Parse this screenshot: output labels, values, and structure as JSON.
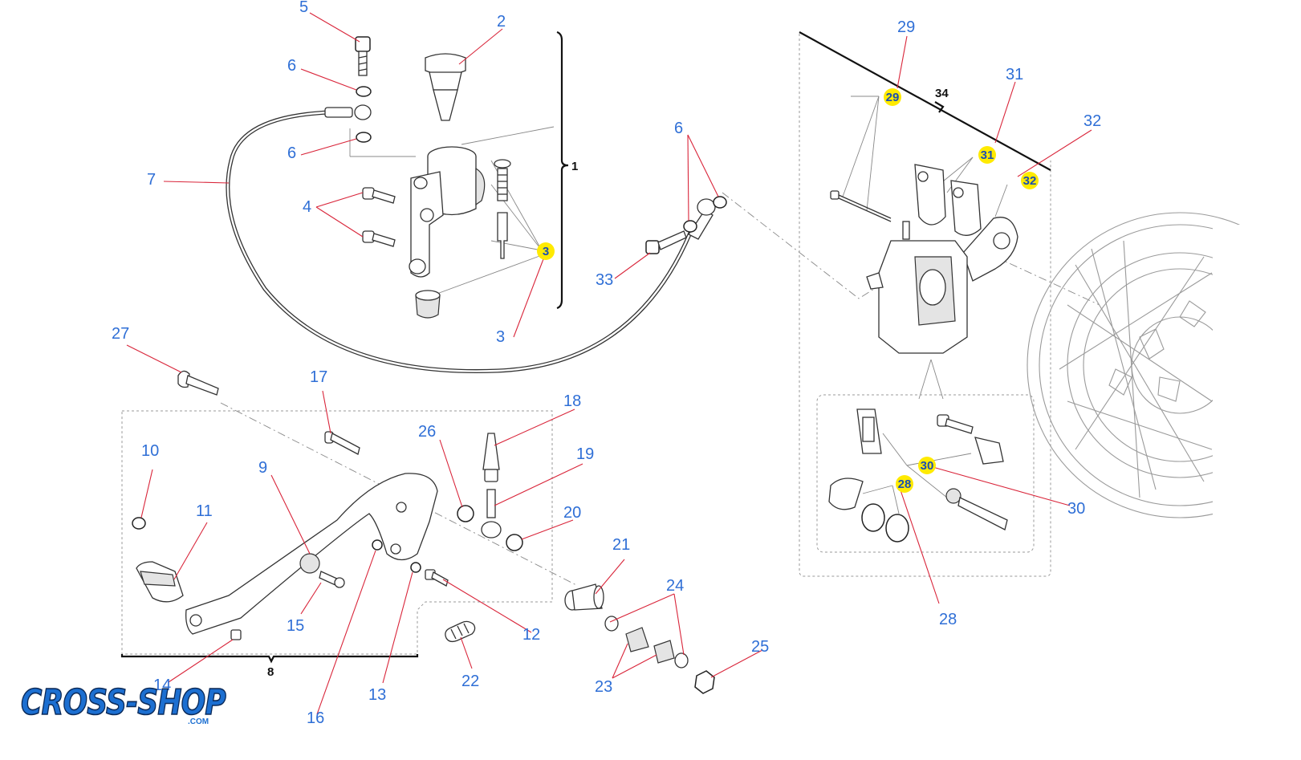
{
  "callouts": {
    "n5": "5",
    "n2": "2",
    "n6a": "6",
    "n6b": "6",
    "n6c": "6",
    "n7": "7",
    "n4": "4",
    "n3a": "3",
    "n3b": "3",
    "n1": "1",
    "n33": "33",
    "n29": "29",
    "n34": "34",
    "n31": "31",
    "n32": "32",
    "n27": "27",
    "n17": "17",
    "n18": "18",
    "n26": "26",
    "n10": "10",
    "n9": "9",
    "n19": "19",
    "n11": "11",
    "n20": "20",
    "n21": "21",
    "n24": "24",
    "n15": "15",
    "n12": "12",
    "n22": "22",
    "n14": "14",
    "n8": "8",
    "n16": "16",
    "n13": "13",
    "n23": "23",
    "n25": "25",
    "n30a": "30",
    "n30b": "30",
    "n28a": "28",
    "n28b": "28"
  },
  "highlights": {
    "h3": "3",
    "h29": "29",
    "h31": "31",
    "h32": "32",
    "h30": "30",
    "h28": "28"
  },
  "logo": {
    "word": "CROSS-SHOP",
    "suffix": ".COM",
    "color": "#1c6fd1"
  },
  "colors": {
    "callout": "#2f6fd6",
    "leader": "#d9253a",
    "highlight": "#ffea00"
  }
}
